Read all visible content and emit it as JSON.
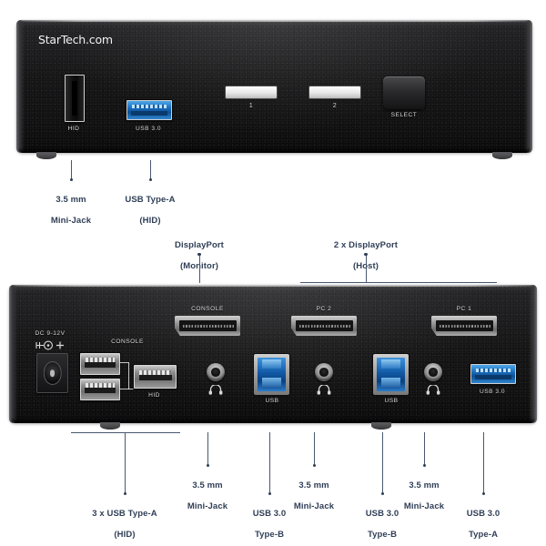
{
  "product": {
    "brand": "StarTech.com",
    "front": {
      "ports": [
        {
          "name": "HID",
          "label": "HID"
        },
        {
          "name": "USB 3.0",
          "label": "USB 3.0"
        }
      ],
      "leds": [
        {
          "label": "1"
        },
        {
          "label": "2"
        }
      ],
      "button": {
        "label": "SELECT"
      }
    },
    "back": {
      "power_label": "DC 9-12V",
      "console_usb_label": "CONSOLE",
      "hid_label": "HID",
      "displayports": [
        {
          "label": "CONSOLE"
        },
        {
          "label": "PC 2"
        },
        {
          "label": "PC 1"
        }
      ],
      "usb_b_labels": [
        "USB",
        "USB"
      ],
      "usb_a_label": "USB 3.0"
    }
  },
  "callouts": {
    "front": [
      {
        "title": "3.5 mm",
        "sub": "Mini-Jack"
      },
      {
        "title": "USB Type-A",
        "sub": "(HID)"
      }
    ],
    "back_top": [
      {
        "title": "DisplayPort",
        "sub": "(Monitor)"
      },
      {
        "title": "2 x DisplayPort",
        "sub": "(Host)"
      }
    ],
    "back_bottom": [
      {
        "title": "3 x USB Type-A",
        "sub": "(HID)"
      },
      {
        "title": "3.5 mm",
        "sub": "Mini-Jack"
      },
      {
        "title": "USB 3.0",
        "sub": "Type-B"
      },
      {
        "title": "3.5 mm",
        "sub": "Mini-Jack"
      },
      {
        "title": "USB 3.0",
        "sub": "Type-B"
      },
      {
        "title": "3.5 mm",
        "sub": "Mini-Jack"
      },
      {
        "title": "USB 3.0",
        "sub": "Type-A"
      }
    ]
  },
  "colors": {
    "callout_text": "#2f3e56",
    "leader_line": "#49586e",
    "usb3_blue": "#1b6fc0",
    "chassis": "#161617",
    "silkscreen": "#d9d9d9"
  }
}
